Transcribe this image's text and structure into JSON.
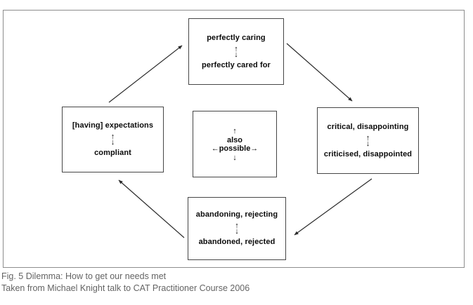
{
  "colors": {
    "background": "#ffffff",
    "outer_border": "#8d8d8d",
    "box_border": "#464646",
    "box_text": "#0b0b0b",
    "arrow": "#2b2b2b",
    "caption_text": "#646464"
  },
  "diagram": {
    "top_box": {
      "line1": "perfectly caring",
      "line2": "perfectly cared for"
    },
    "left_box": {
      "line1": "[having] expectations",
      "line2": "compliant"
    },
    "center_box": {
      "up_arrow": "↑",
      "line1": "also",
      "line2": "←possible→",
      "down_arrow": "↓"
    },
    "right_box": {
      "line1": "critical, disappointing",
      "line2": "criticised, disappointed"
    },
    "bottom_box": {
      "line1": "abandoning, rejecting",
      "line2": "abandoned, rejected"
    },
    "updown_icon": {
      "up": "↑",
      "down": "↓"
    }
  },
  "caption": {
    "line1": "Fig. 5 Dilemma: How to get our needs met",
    "line2": "Taken from Michael Knight talk to CAT Practitioner Course 2006"
  }
}
